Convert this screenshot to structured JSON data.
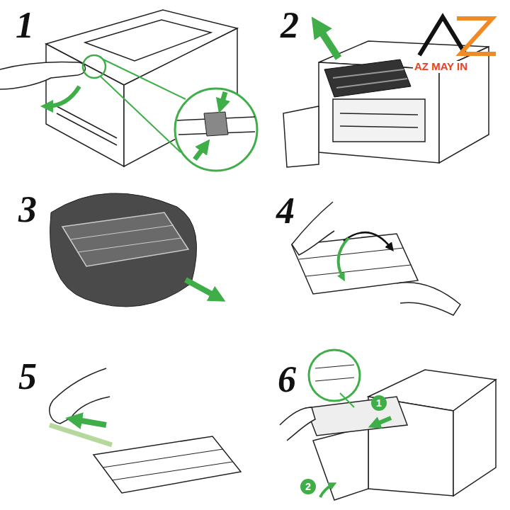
{
  "diagram": {
    "labels": [
      "1",
      "2",
      "3",
      "4",
      "5",
      "6",
      "AZ MAY IN",
      "1",
      "2"
    ]
  }
}
